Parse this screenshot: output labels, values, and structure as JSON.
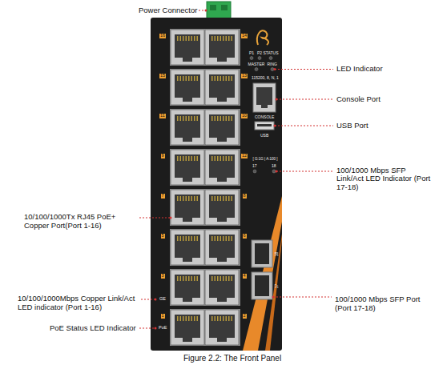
{
  "diagram": {
    "caption": "Figure 2.2: The Front Panel",
    "labels": [
      "Power Connector",
      "LED Indicator",
      "Console Port",
      "USB Port",
      "100/1000 Mbps SFP Link/Act LED Indicator (Port 17-18)",
      "10/100/1000Tx RJ45 PoE+ Copper Port(Port 1-16)",
      "100/1000 Mbps SFP Port (Port 17-18)",
      "10/100/1000Mbps Copper Link/Act LED indicator (Port 1-16)",
      "PoE Status LED Indicator",
      "P1",
      "P2",
      "STATUS",
      "MASTER",
      "RING",
      "115200, 8, N, 1",
      "CONSOLE",
      "USB",
      "[ G:1G | A:100 ]",
      "17",
      "18",
      "16",
      "14",
      "15",
      "13",
      "11",
      "10",
      "9",
      "12",
      "7",
      "8",
      "5",
      "6",
      "3",
      "4",
      "1",
      "2",
      "GE",
      "PoE",
      "18",
      "17"
    ]
  }
}
